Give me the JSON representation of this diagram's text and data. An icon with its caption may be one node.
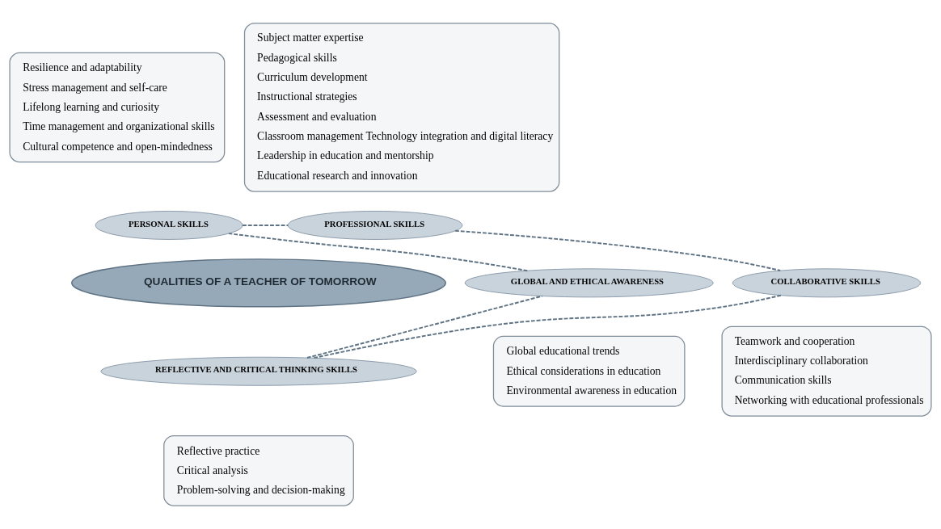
{
  "diagram": {
    "nodes": [
      {
        "text": [
          "Resilience and adaptability",
          "Stress management and self-care",
          "Lifelong learning and curiosity",
          "Time management and organizational skills",
          "Cultural competence and open-mindedness"
        ]
      },
      {
        "text": [
          "Subject matter expertise",
          "Pedagogical skills",
          "Curriculum development",
          "Instructional strategies",
          "Assessment and evaluation",
          "Classroom management Technology integration and digital literacy",
          "Leadership in education and mentorship",
          "Educational research and innovation"
        ]
      },
      {
        "text": [
          "PERSONAL SKILLS"
        ]
      },
      {
        "text": [
          "PROFESSIONAL SKILLS"
        ]
      },
      {
        "text": [
          "QUALITIES OF A TEACHER OF TOMORROW"
        ]
      },
      {
        "text": [
          "GLOBAL AND ETHICAL AWARENESS"
        ]
      },
      {
        "text": [
          "COLLABORATIVE SKILLS"
        ]
      },
      {
        "text": [
          "Global educational trends",
          "Ethical considerations in education",
          "Environmental awareness in education"
        ]
      },
      {
        "text": [
          "REFLECTIVE AND CRITICAL THINKING SKILLS"
        ]
      },
      {
        "text": [
          "Teamwork and cooperation",
          "Interdisciplinary collaboration",
          "Communication skills",
          "Networking with educational professionals"
        ]
      },
      {
        "text": [
          "Reflective practice",
          "Critical analysis",
          "Problem-solving and decision-making"
        ]
      }
    ],
    "edges": [
      {
        "from": 2,
        "to": 3,
        "arrow": "none",
        "style": "dashed"
      },
      {
        "from": 3,
        "to": 6,
        "arrow": "none",
        "style": "dashed"
      },
      {
        "from": 6,
        "to": 8,
        "arrow": "none",
        "style": "dashed"
      },
      {
        "from": 8,
        "to": 5,
        "arrow": "none",
        "style": "dashed"
      },
      {
        "from": 5,
        "to": 2,
        "arrow": "none",
        "style": "dashed"
      }
    ]
  }
}
